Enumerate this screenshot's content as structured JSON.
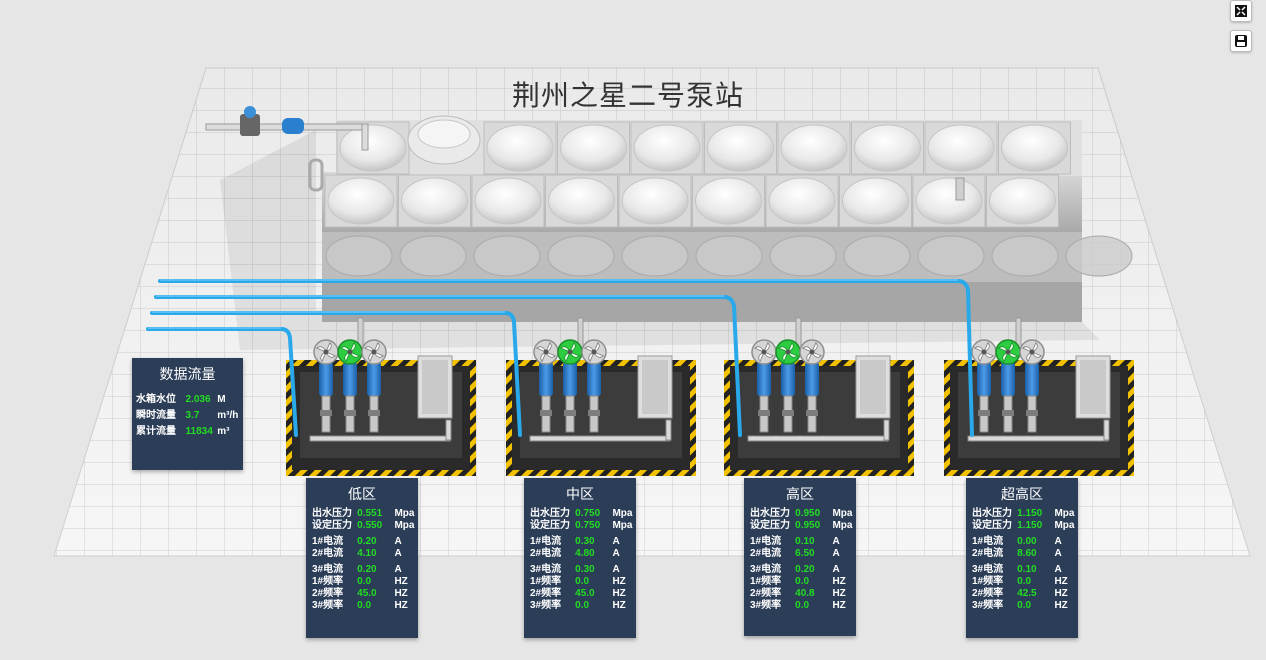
{
  "page_title": "荆州之星二号泵站",
  "data_panel": {
    "title": "数据流量",
    "rows": [
      {
        "label": "水箱水位",
        "value": "2.036",
        "unit": "M"
      },
      {
        "label": "瞬时流量",
        "value": "3.7",
        "unit": "m³/h"
      },
      {
        "label": "累计流量",
        "value": "11834",
        "unit": "m³"
      }
    ]
  },
  "zones": [
    {
      "name": "低区",
      "pressure": [
        {
          "label": "出水压力",
          "value": "0.551",
          "unit": "Mpa"
        },
        {
          "label": "设定压力",
          "value": "0.550",
          "unit": "Mpa"
        }
      ],
      "current_a": [
        {
          "label": "1#电流",
          "value": "0.20",
          "unit": "A"
        },
        {
          "label": "2#电流",
          "value": "4.10",
          "unit": "A"
        }
      ],
      "current_b": [
        {
          "label": "3#电流",
          "value": "0.20",
          "unit": "A"
        },
        {
          "label": "1#频率",
          "value": "0.0",
          "unit": "HZ"
        },
        {
          "label": "2#频率",
          "value": "45.0",
          "unit": "HZ"
        },
        {
          "label": "3#频率",
          "value": "0.0",
          "unit": "HZ"
        }
      ]
    },
    {
      "name": "中区",
      "pressure": [
        {
          "label": "出水压力",
          "value": "0.750",
          "unit": "Mpa"
        },
        {
          "label": "设定压力",
          "value": "0.750",
          "unit": "Mpa"
        }
      ],
      "current_a": [
        {
          "label": "1#电流",
          "value": "0.30",
          "unit": "A"
        },
        {
          "label": "2#电流",
          "value": "4.80",
          "unit": "A"
        }
      ],
      "current_b": [
        {
          "label": "3#电流",
          "value": "0.30",
          "unit": "A"
        },
        {
          "label": "1#频率",
          "value": "0.0",
          "unit": "HZ"
        },
        {
          "label": "2#频率",
          "value": "45.0",
          "unit": "HZ"
        },
        {
          "label": "3#频率",
          "value": "0.0",
          "unit": "HZ"
        }
      ]
    },
    {
      "name": "高区",
      "pressure": [
        {
          "label": "出水压力",
          "value": "0.950",
          "unit": "Mpa"
        },
        {
          "label": "设定压力",
          "value": "0.950",
          "unit": "Mpa"
        }
      ],
      "current_a": [
        {
          "label": "1#电流",
          "value": "0.10",
          "unit": "A"
        },
        {
          "label": "2#电流",
          "value": "6.50",
          "unit": "A"
        }
      ],
      "current_b": [
        {
          "label": "3#电流",
          "value": "0.20",
          "unit": "A"
        },
        {
          "label": "1#频率",
          "value": "0.0",
          "unit": "HZ"
        },
        {
          "label": "2#频率",
          "value": "40.8",
          "unit": "HZ"
        },
        {
          "label": "3#频率",
          "value": "0.0",
          "unit": "HZ"
        }
      ]
    },
    {
      "name": "超高区",
      "pressure": [
        {
          "label": "出水压力",
          "value": "1.150",
          "unit": "Mpa"
        },
        {
          "label": "设定压力",
          "value": "1.150",
          "unit": "Mpa"
        }
      ],
      "current_a": [
        {
          "label": "1#电流",
          "value": "0.00",
          "unit": "A"
        },
        {
          "label": "2#电流",
          "value": "8.60",
          "unit": "A"
        }
      ],
      "current_b": [
        {
          "label": "3#电流",
          "value": "0.10",
          "unit": "A"
        },
        {
          "label": "1#频率",
          "value": "0.0",
          "unit": "HZ"
        },
        {
          "label": "2#频率",
          "value": "42.5",
          "unit": "HZ"
        },
        {
          "label": "3#频率",
          "value": "0.0",
          "unit": "HZ"
        }
      ]
    }
  ],
  "toolbar": {
    "fullscreen_icon": "fullscreen-icon",
    "save_icon": "save-icon"
  },
  "colors": {
    "panel_bg": "#2b3d57",
    "value_green": "#22dd22",
    "pipe_blue": "#29a9ea",
    "fan_running": "#2ecc40"
  },
  "pump_status": [
    [
      "stopped",
      "running",
      "stopped"
    ],
    [
      "stopped",
      "running",
      "stopped"
    ],
    [
      "stopped",
      "running",
      "stopped"
    ],
    [
      "stopped",
      "running",
      "stopped"
    ]
  ]
}
